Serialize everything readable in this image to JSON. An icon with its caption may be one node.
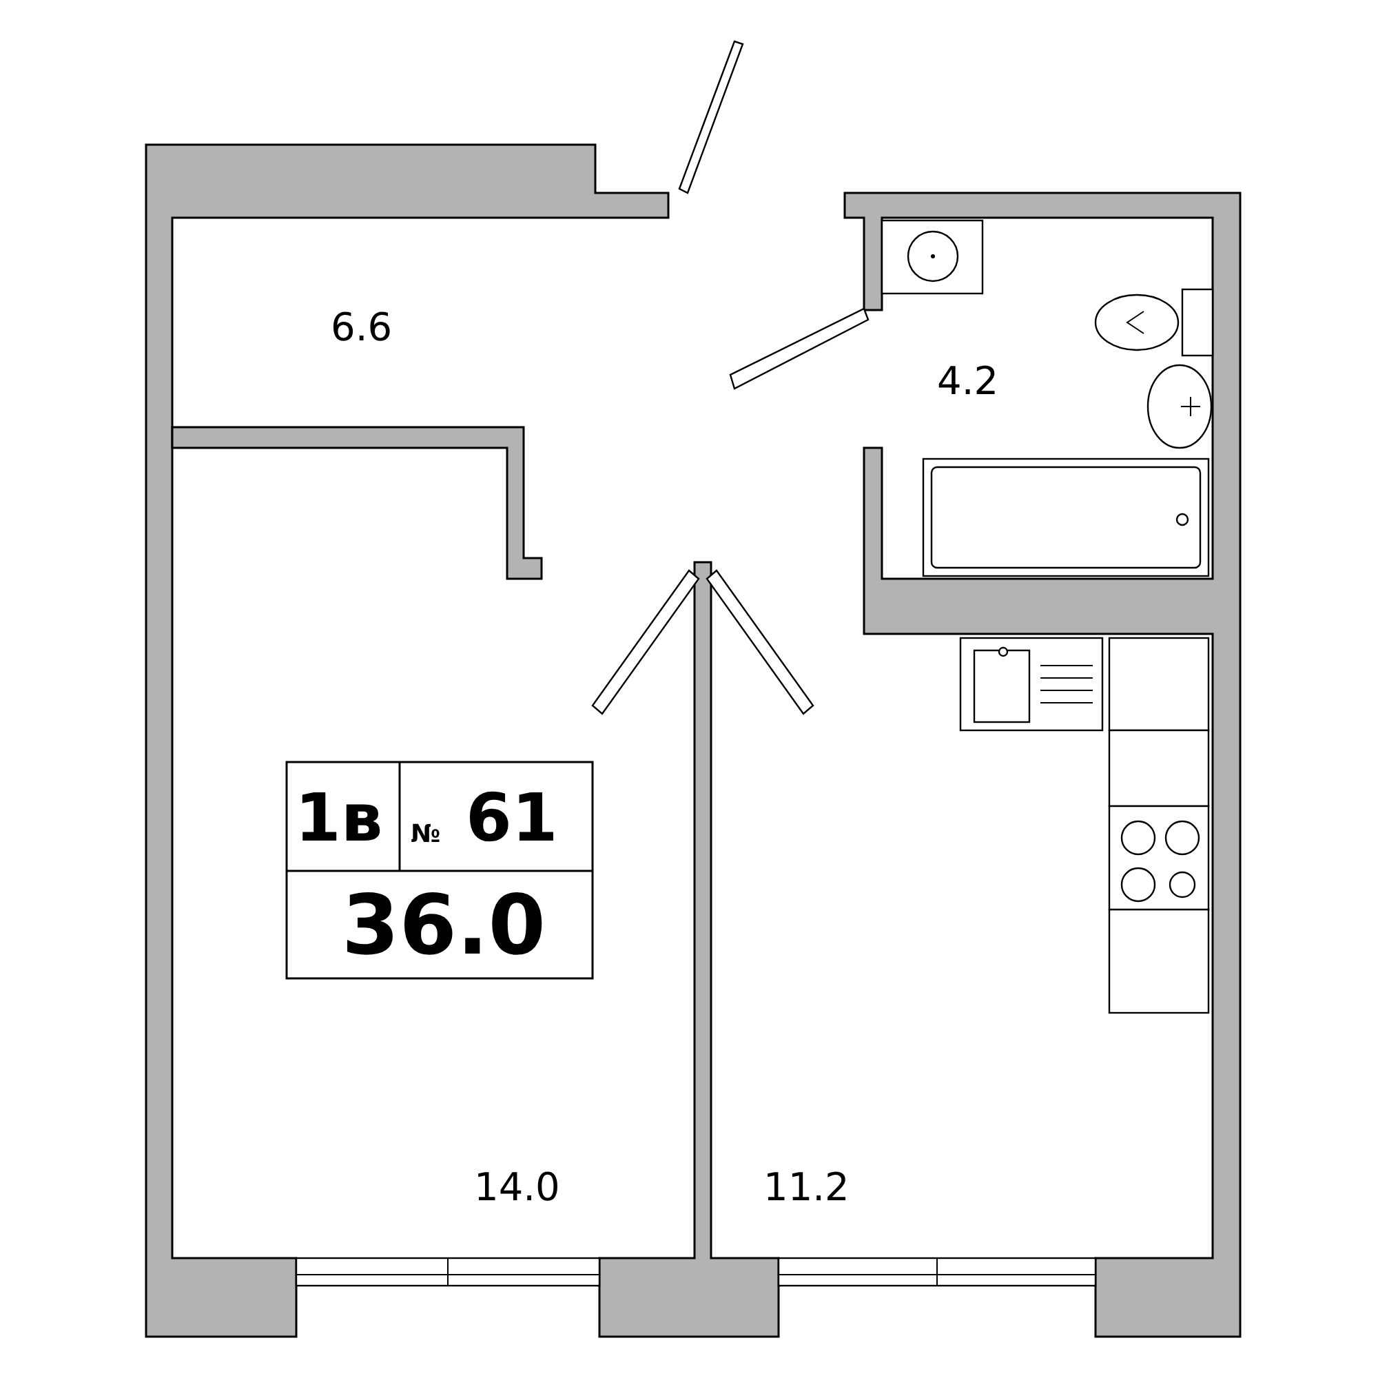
{
  "diagram": {
    "labels": [
      "6.6",
      "4.2",
      "1в",
      "№",
      "61",
      "36.0",
      "14.0",
      "11.2"
    ]
  }
}
